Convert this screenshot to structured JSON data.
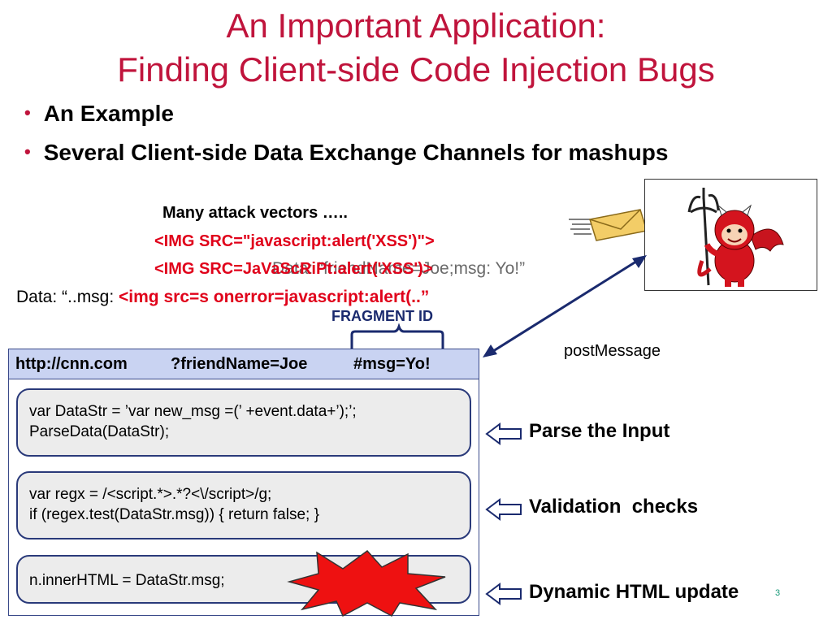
{
  "slide": {
    "title_line1": "An Important Application:",
    "title_line2": "Finding Client-side Code Injection Bugs",
    "bullets": [
      "An Example",
      "Several Client-side Data Exchange Channels for mashups"
    ],
    "attack": {
      "heading": "Many attack vectors …..",
      "vector1": "<IMG SRC=\"javascript:alert('XSS')\">",
      "vector2": "<IMG  SRC=JaVaScRiPt:alert('XSS')>",
      "data_overlay": "Data: “friendName=Joe;msg: Yo!”",
      "data_prefix": "Data: “..msg: ",
      "data_payload": "<img src=s onerror=javascript:alert(..”"
    },
    "fragment_label": "FRAGMENT ID",
    "postmessage_label": "postMessage",
    "url": {
      "host": "http://cnn.com",
      "query": "?friendName=Joe",
      "fragment": "#msg=Yo!"
    },
    "code_blocks": [
      {
        "lines": [
          "var DataStr = ’var new_msg =(’ +event.data+’);’;",
          "ParseData(DataStr);"
        ],
        "label": "Parse the Input"
      },
      {
        "lines": [
          "var regx = /<script.*>.*?<\\/script>/g;",
          "if (regex.test(DataStr.msg)) { return false; }"
        ],
        "label": "Validation  checks"
      },
      {
        "lines": [
          "n.innerHTML = DataStr.msg;"
        ],
        "label": "Dynamic HTML update"
      }
    ],
    "slide_number": "3",
    "colors": {
      "title": "#c0143c",
      "attack_red": "#e0001a",
      "url_bar": "#c9d3f2",
      "border": "#2a3a7a"
    }
  }
}
